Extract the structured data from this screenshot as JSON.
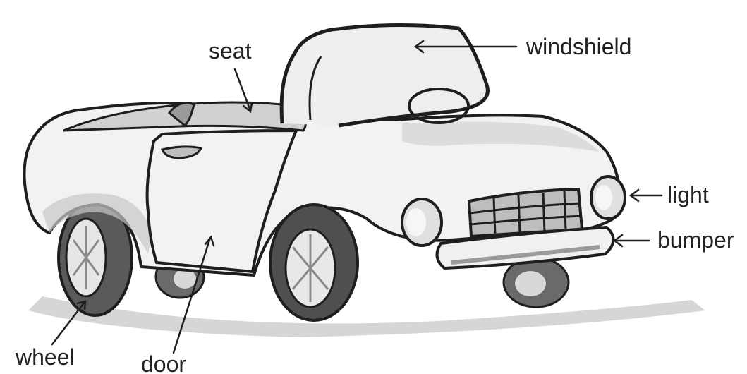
{
  "labels": {
    "seat": "seat",
    "windshield": "windshield",
    "light": "light",
    "bumper": "bumper",
    "wheel": "wheel",
    "door": "door"
  },
  "colors": {
    "ink": "#1e1e1e",
    "shade": "#9a9a9a",
    "ground": "#c9c9c9"
  }
}
